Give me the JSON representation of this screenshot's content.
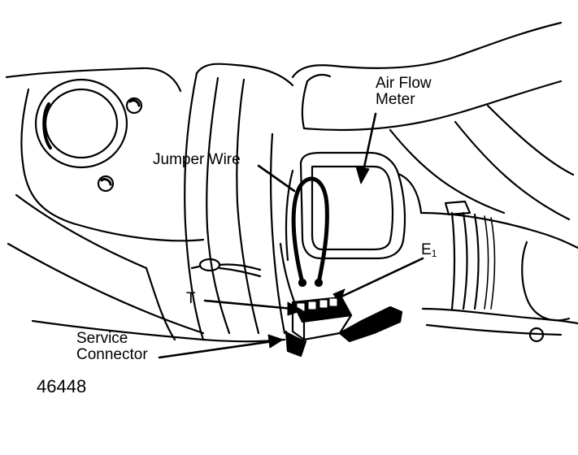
{
  "labels": {
    "air_flow_meter": [
      "Air Flow",
      "Meter"
    ],
    "jumper_wire": "Jumper Wire",
    "e1_main": "E",
    "e1_sub": "1",
    "t": "T",
    "service_connector": [
      "Service",
      "Connector"
    ],
    "figure_number": "46448"
  },
  "colors": {
    "ink": "#000000",
    "paper": "#ffffff"
  }
}
